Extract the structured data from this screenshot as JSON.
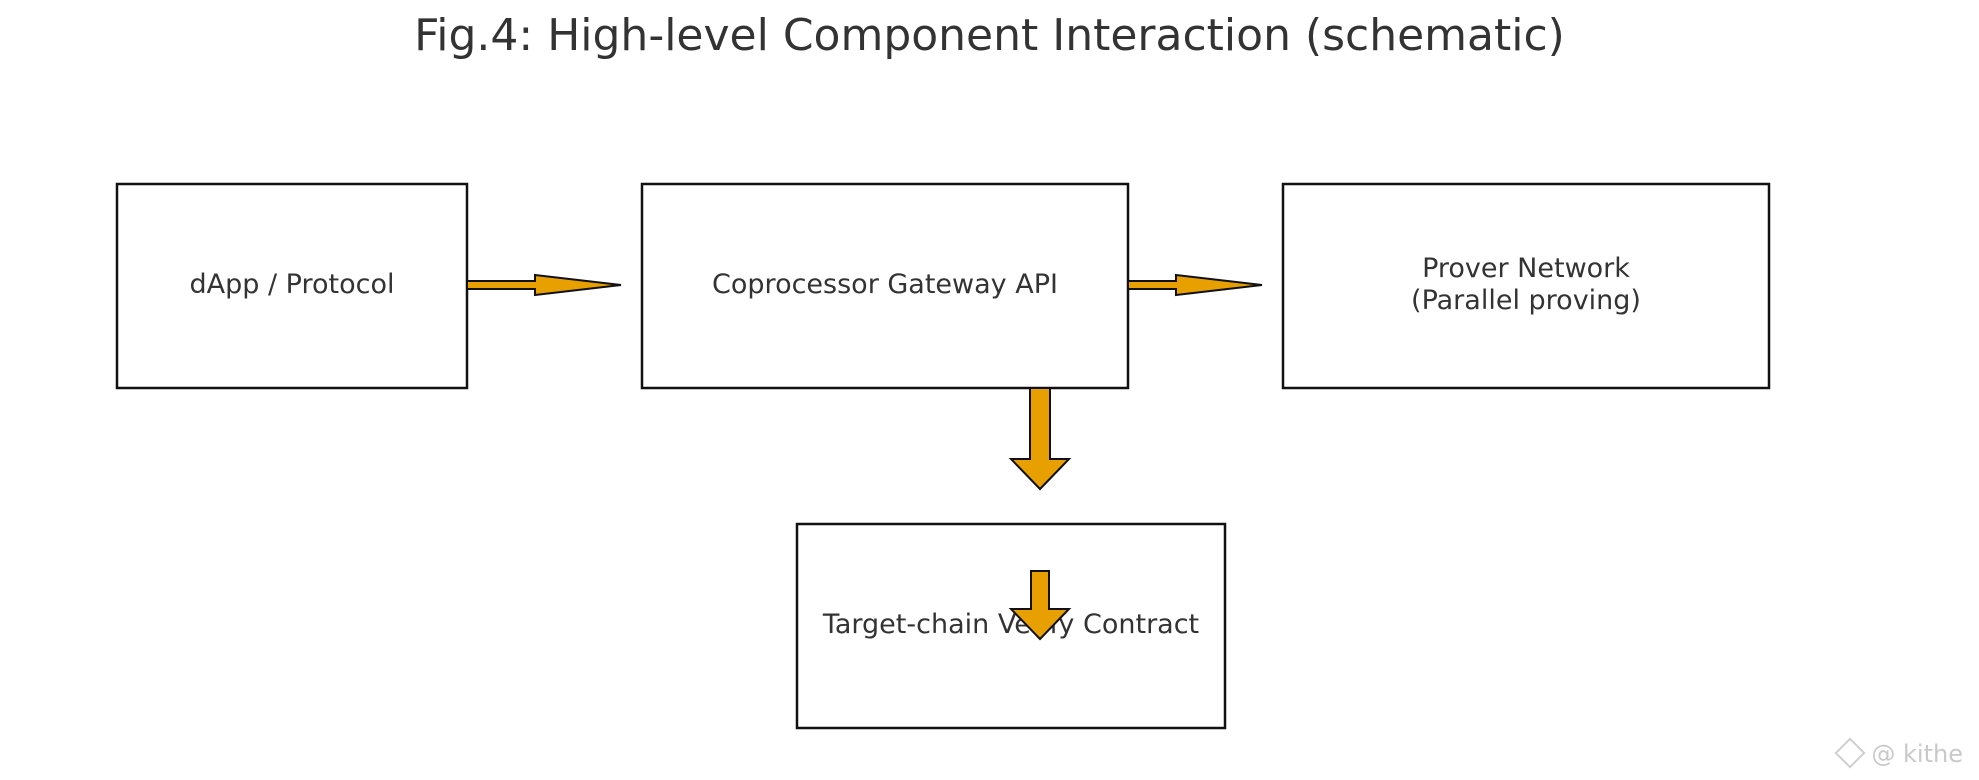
{
  "title": "Fig.4: High-level Component Interaction (schematic)",
  "nodes": {
    "dapp": {
      "label": "dApp / Protocol"
    },
    "gateway": {
      "label": "Coprocessor Gateway API"
    },
    "prover": {
      "label_line1": "Prover Network",
      "label_line2": "(Parallel proving)"
    },
    "verify": {
      "label": "Target-chain Verify Contract"
    }
  },
  "edges": [
    {
      "from": "dapp",
      "to": "gateway"
    },
    {
      "from": "gateway",
      "to": "prover"
    },
    {
      "from": "gateway",
      "to": "verify"
    }
  ],
  "colors": {
    "arrow_fill": "#E8A000",
    "stroke": "#111111",
    "text": "#333333"
  },
  "watermark": {
    "icon": "binance-diamond-icon",
    "text": "@ kithe"
  }
}
